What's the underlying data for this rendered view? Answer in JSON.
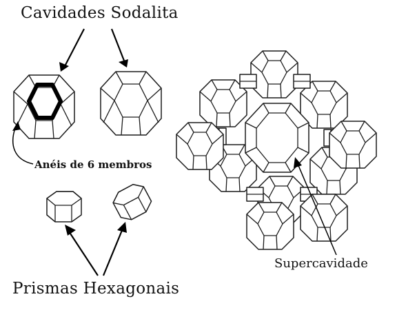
{
  "labels": {
    "sodalite_cavities": "Cavidades Sodalita",
    "six_member_rings": "Anéis de 6 membros",
    "supercage": "Supercavidade",
    "hexagonal_prisms": "Prismas Hexagonais"
  }
}
